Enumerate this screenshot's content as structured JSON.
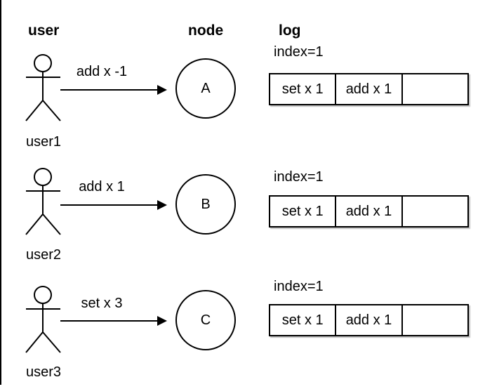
{
  "diagram": {
    "headers": {
      "user": "user",
      "node": "node",
      "log": "log"
    },
    "rows": [
      {
        "user_label": "user1",
        "action": "add x -1",
        "node": "A",
        "log_index": "index=1",
        "log_cells": [
          "set x 1",
          "add x 1",
          ""
        ]
      },
      {
        "user_label": "user2",
        "action": "add x 1",
        "node": "B",
        "log_index": "index=1",
        "log_cells": [
          "set x 1",
          "add x 1",
          ""
        ]
      },
      {
        "user_label": "user3",
        "action": "set x 3",
        "node": "C",
        "log_index": "index=1",
        "log_cells": [
          "set x 1",
          "add x 1",
          ""
        ]
      }
    ],
    "colors": {
      "stroke": "#000000",
      "text": "#000000",
      "background": "#ffffff"
    }
  }
}
